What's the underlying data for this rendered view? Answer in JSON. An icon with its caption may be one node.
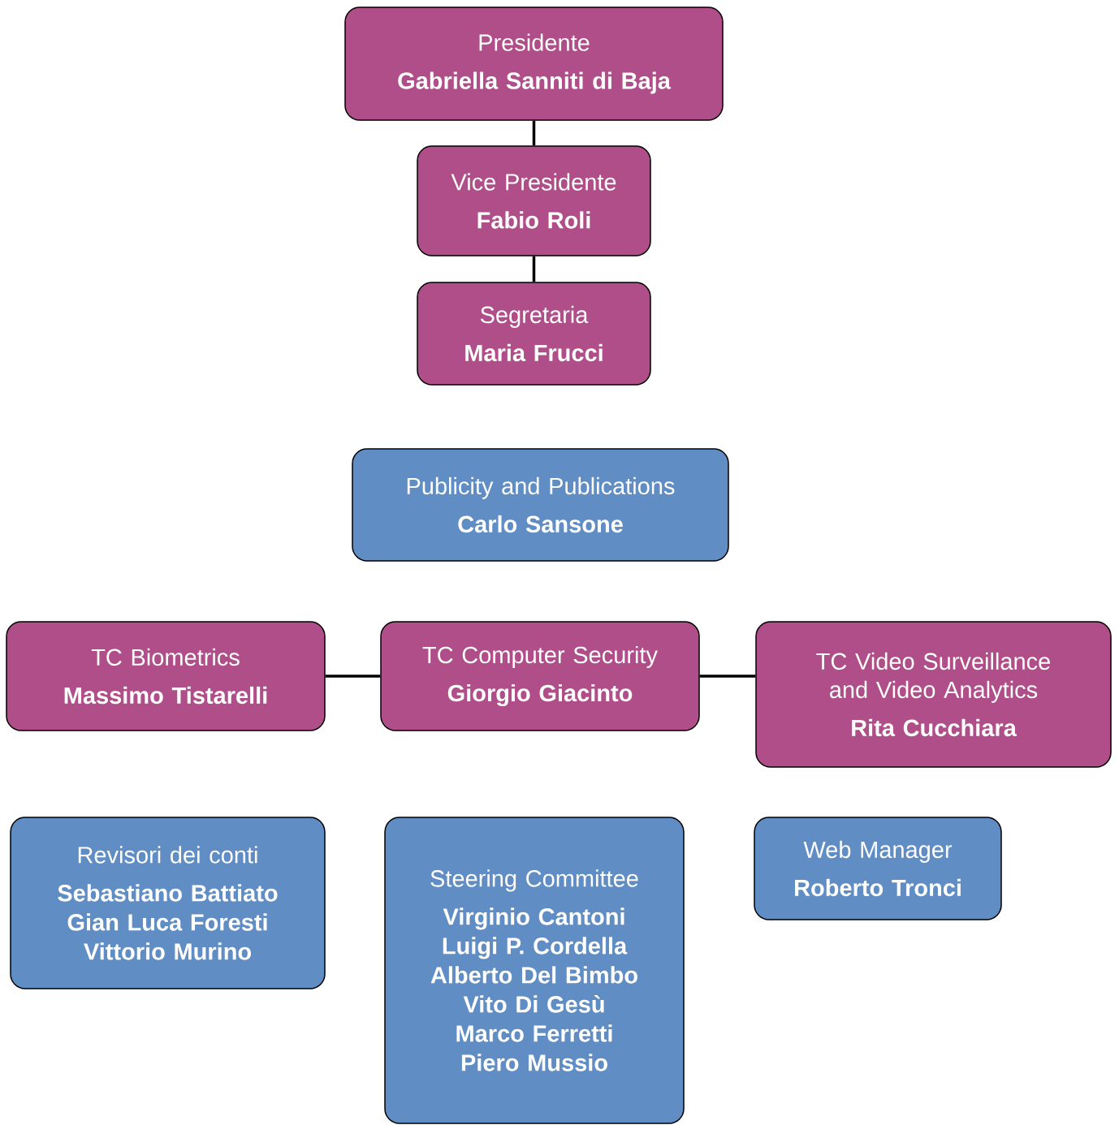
{
  "diagram": {
    "nodes": [
      {
        "text": [
          "Presidente",
          "Gabriella Sanniti di Baja"
        ]
      },
      {
        "text": [
          "Vice Presidente",
          "Fabio Roli"
        ]
      },
      {
        "text": [
          "Segretaria",
          "Maria Frucci"
        ]
      },
      {
        "text": [
          "Publicity and Publications",
          "Carlo Sansone"
        ]
      },
      {
        "text": [
          "TC Biometrics",
          "Massimo Tistarelli"
        ]
      },
      {
        "text": [
          "TC Computer Security",
          "Giorgio Giacinto"
        ]
      },
      {
        "text": [
          "TC Video Surveillance and Video Analytics",
          "Rita Cucchiara"
        ]
      },
      {
        "text": [
          "Revisori dei conti",
          "Sebastiano Battiato",
          "Gian Luca Foresti",
          "Vittorio Murino"
        ]
      },
      {
        "text": [
          "Steering Committee",
          "Virginio Cantoni",
          "Luigi P. Cordella",
          "Alberto Del Bimbo",
          "Vito Di Gesù",
          "Marco Ferretti",
          "Piero Mussio"
        ]
      },
      {
        "text": [
          "Web Manager",
          "Roberto Tronci"
        ]
      }
    ],
    "edges": [
      {
        "from": 0,
        "to": 1,
        "arrow": "none"
      },
      {
        "from": 1,
        "to": 2,
        "arrow": "none"
      },
      {
        "from": 4,
        "to": 5,
        "arrow": "none"
      },
      {
        "from": 5,
        "to": 6,
        "arrow": "none"
      }
    ]
  }
}
